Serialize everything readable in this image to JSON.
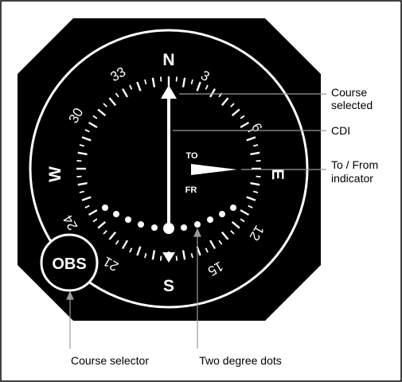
{
  "dial": {
    "cardinals": {
      "north": "N",
      "east": "E",
      "south": "S",
      "west": "W"
    },
    "numbers": [
      "3",
      "6",
      "12",
      "15",
      "21",
      "24",
      "30",
      "33"
    ],
    "to_label": "TO",
    "from_label": "FR",
    "obs_label": "OBS"
  },
  "callouts": {
    "course_selected_line1": "Course",
    "course_selected_line2": "selected",
    "cdi": "CDI",
    "to_from_line1": "To / From",
    "to_from_line2": "indicator",
    "course_selector": "Course selector",
    "two_degree_dots": "Two degree dots"
  },
  "colors": {
    "bezel": "#000000",
    "markings": "#ffffff",
    "callout": "#000000"
  }
}
